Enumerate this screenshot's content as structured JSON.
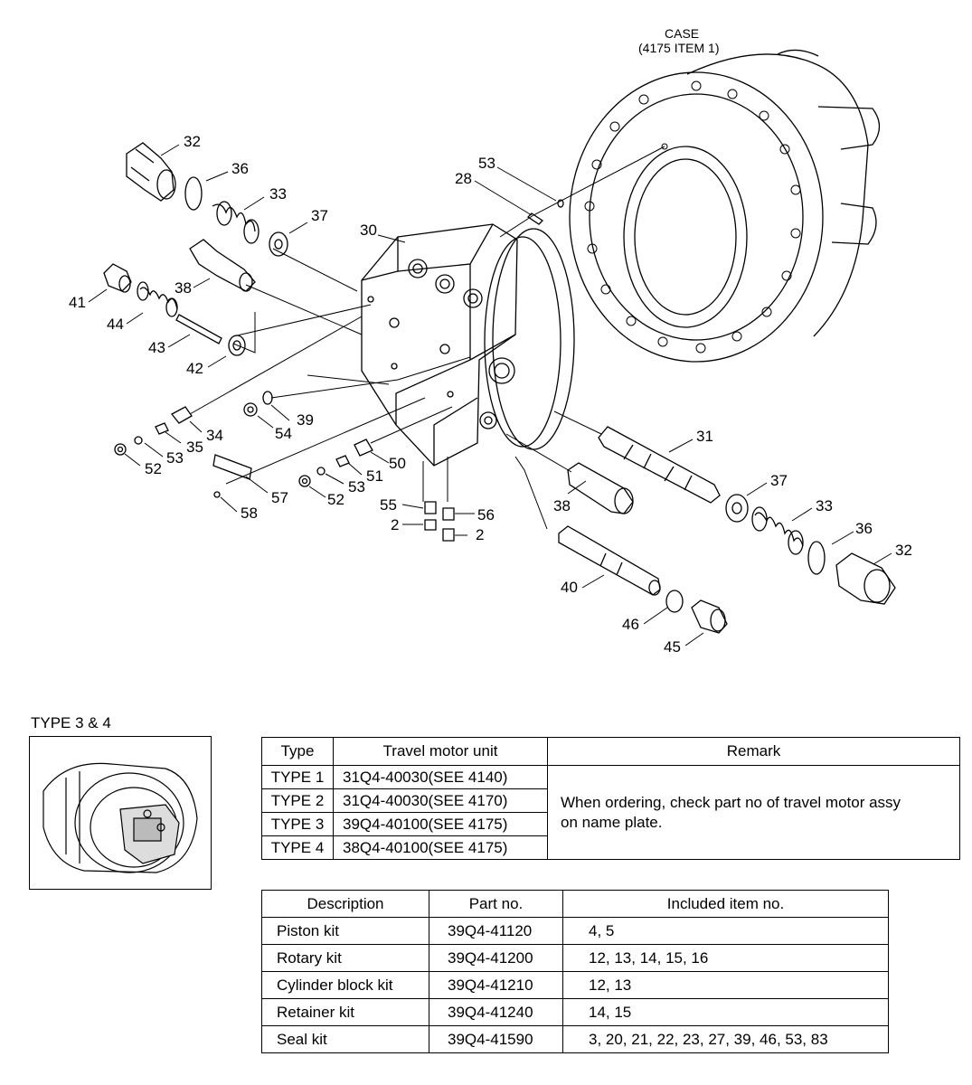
{
  "diagram": {
    "case_label_line1": "CASE",
    "case_label_line2": "(4175 ITEM 1)",
    "callouts": [
      "32",
      "36",
      "33",
      "37",
      "30",
      "53",
      "28",
      "41",
      "38",
      "44",
      "43",
      "42",
      "39",
      "54",
      "34",
      "35",
      "53",
      "52",
      "50",
      "51",
      "53",
      "52",
      "57",
      "58",
      "55",
      "2",
      "56",
      "2",
      "31",
      "37",
      "33",
      "36",
      "32",
      "38",
      "40",
      "46",
      "45"
    ]
  },
  "section_label": "TYPE 3 & 4",
  "type_table": {
    "headers": [
      "Type",
      "Travel motor unit",
      "Remark"
    ],
    "rows": [
      {
        "type": "TYPE 1",
        "unit": "31Q4-40030(SEE 4140)"
      },
      {
        "type": "TYPE 2",
        "unit": "31Q4-40030(SEE 4170)"
      },
      {
        "type": "TYPE 3",
        "unit": "39Q4-40100(SEE 4175)"
      },
      {
        "type": "TYPE 4",
        "unit": "38Q4-40100(SEE 4175)"
      }
    ],
    "remark_line1": "When ordering, check part no of travel motor assy",
    "remark_line2": "on name plate."
  },
  "kit_table": {
    "headers": [
      "Description",
      "Part no.",
      "Included item no."
    ],
    "rows": [
      {
        "desc": "Piston kit",
        "part": "39Q4-41120",
        "items": "4, 5"
      },
      {
        "desc": "Rotary kit",
        "part": "39Q4-41200",
        "items": "12, 13, 14, 15, 16"
      },
      {
        "desc": "Cylinder block kit",
        "part": "39Q4-41210",
        "items": "12, 13"
      },
      {
        "desc": "Retainer kit",
        "part": "39Q4-41240",
        "items": "14, 15"
      },
      {
        "desc": "Seal kit",
        "part": "39Q4-41590",
        "items": "3, 20, 21, 22, 23, 27, 39, 46, 53, 83"
      }
    ]
  }
}
